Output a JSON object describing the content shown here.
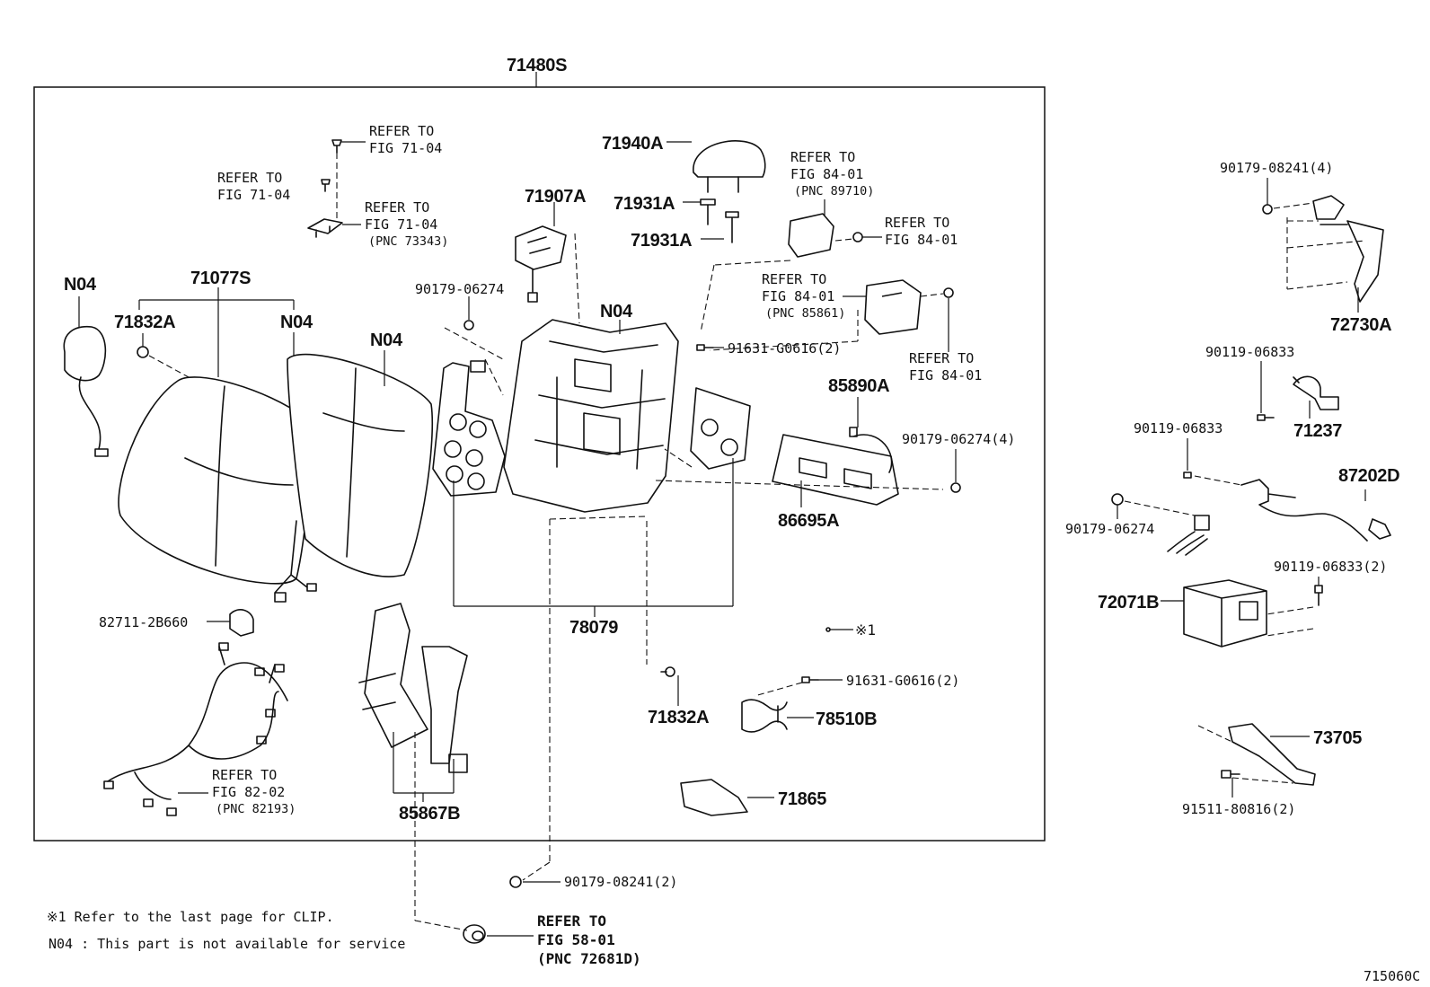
{
  "diagram": {
    "main_assembly_label": "71480S",
    "diagram_id": "715060C",
    "footnotes": {
      "clip_note": "※1 Refer to the last page for CLIP.",
      "n04_note": "N04 : This part is not available for service",
      "clip_marker": "※1"
    },
    "labels": {
      "p71940A": "71940A",
      "p71907A": "71907A",
      "p71931A_1": "71931A",
      "p71931A_2": "71931A",
      "p90179_06274_a": "90179-06274",
      "p71077S": "71077S",
      "p71832A_top": "71832A",
      "n04_left": "N04",
      "n04_mid": "N04",
      "n04_cushion": "N04",
      "n04_frame": "N04",
      "p91631_a": "91631-G0616(2)",
      "p85890A": "85890A",
      "p90179_06274_4": "90179-06274(4)",
      "p86695A": "86695A",
      "p78079": "78079",
      "p82711": "82711-2B660",
      "p71832A_bottom": "71832A",
      "p91631_b": "91631-G0616(2)",
      "p78510B": "78510B",
      "p71865": "71865",
      "p85867B": "85867B",
      "p90179_08241_2": "90179-08241(2)",
      "p90179_08241_4": "90179-08241(4)",
      "p72730A": "72730A",
      "p90119_06833_a": "90119-06833",
      "p71237": "71237",
      "p90119_06833_b": "90119-06833",
      "p87202D": "87202D",
      "p90179_06274_b": "90179-06274",
      "p90119_06833_2": "90119-06833(2)",
      "p72071B": "72071B",
      "p73705": "73705",
      "p91511": "91511-80816(2)"
    },
    "refer_blocks": {
      "r1": {
        "line1": "REFER TO",
        "line2": "FIG 71-04"
      },
      "r2": {
        "line1": "REFER TO",
        "line2": "FIG 71-04"
      },
      "r3": {
        "line1": "REFER TO",
        "line2": "FIG 71-04",
        "pnc": "(PNC 73343)"
      },
      "r4": {
        "line1": "REFER TO",
        "line2": "FIG 84-01",
        "pnc": "(PNC 89710)"
      },
      "r5": {
        "line1": "REFER TO",
        "line2": "FIG 84-01"
      },
      "r6": {
        "line1": "REFER TO",
        "line2": "FIG 84-01",
        "pnc": "(PNC 85861)"
      },
      "r7": {
        "line1": "REFER TO",
        "line2": "FIG 84-01"
      },
      "r8": {
        "line1": "REFER TO",
        "line2": "FIG 82-02",
        "pnc": "(PNC 82193)"
      },
      "r9": {
        "line1": "REFER TO",
        "line2": "FIG 58-01",
        "pnc": "(PNC 72681D)"
      }
    }
  }
}
